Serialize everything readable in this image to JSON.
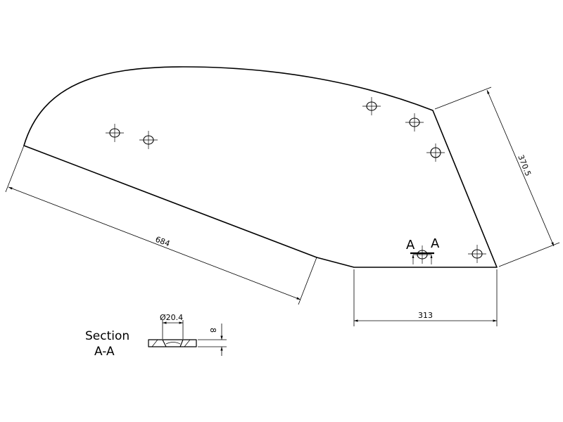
{
  "dimensions": {
    "length_bottom": "684",
    "length_base": "313",
    "length_right": "370.5",
    "hole_diameter": "Ø20.4",
    "thickness": "8"
  },
  "section_marker": {
    "left": "A",
    "right": "A"
  },
  "section_label": {
    "line1": "Section",
    "line2": "A-A"
  }
}
